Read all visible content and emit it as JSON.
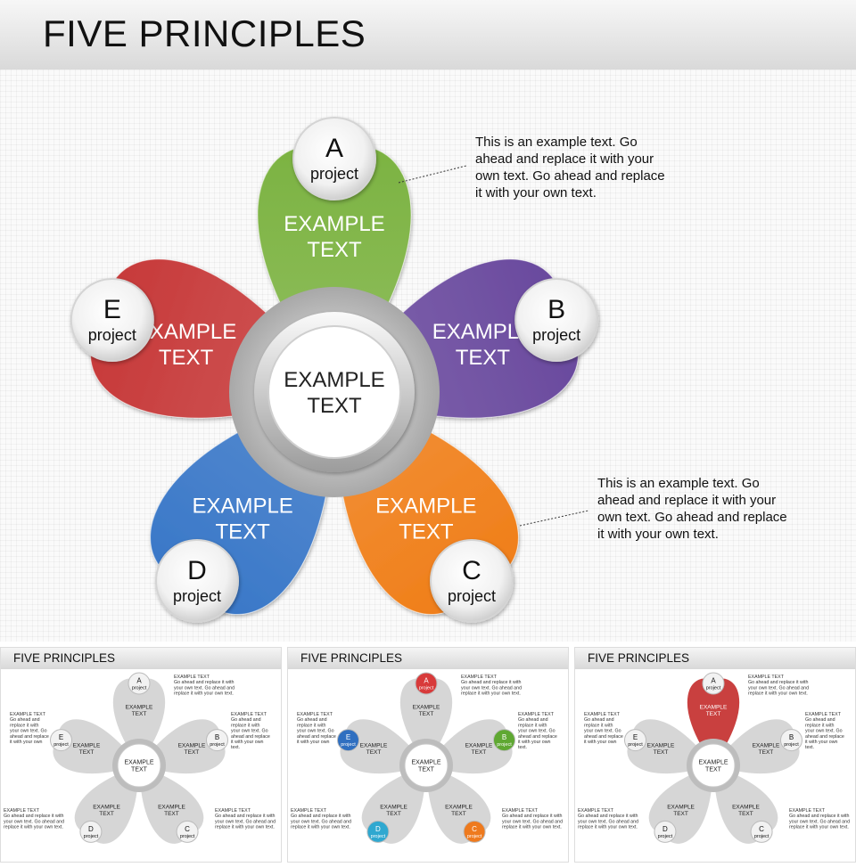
{
  "title": "FIVE PRINCIPLES",
  "center_text": "EXAMPLE\nTEXT",
  "petals": [
    {
      "letter": "A",
      "sub": "project",
      "text": "EXAMPLE\nTEXT",
      "color": "#7cb342"
    },
    {
      "letter": "B",
      "sub": "project",
      "text": "EXAMPLE\nTEXT",
      "color": "#6a4a9e"
    },
    {
      "letter": "C",
      "sub": "project",
      "text": "EXAMPLE\nTEXT",
      "color": "#f07f1a"
    },
    {
      "letter": "D",
      "sub": "project",
      "text": "EXAMPLE\nTEXT",
      "color": "#3a78c8"
    },
    {
      "letter": "E",
      "sub": "project",
      "text": "EXAMPLE\nTEXT",
      "color": "#c73a3a"
    }
  ],
  "notes": [
    "This is an example text. Go\nahead and replace it with your\nown text. Go ahead and replace\nit with your own text.",
    "This is an example text. Go\nahead and replace it with your\nown text. Go ahead and replace\nit with your own text."
  ],
  "thumbnails": [
    {
      "title": "FIVE PRINCIPLES",
      "note_lines": [
        "EXAMPLE TEXT",
        "Go ahead and replace it with",
        "your own text. Go ahead and",
        "replace it with your own text."
      ],
      "note_lines_narrow": [
        "EXAMPLE TEXT",
        "Go ahead and",
        "replace it with",
        "your own text. Go",
        "ahead and replace",
        "it with your own",
        "text."
      ]
    },
    {
      "title": "FIVE PRINCIPLES",
      "badge_colors": [
        "#d83a3a",
        "#5fa832",
        "#ee7a1e",
        "#2fa8d0",
        "#2f6fc0"
      ]
    },
    {
      "title": "FIVE PRINCIPLES",
      "highlight_color": "#c9403f"
    }
  ]
}
